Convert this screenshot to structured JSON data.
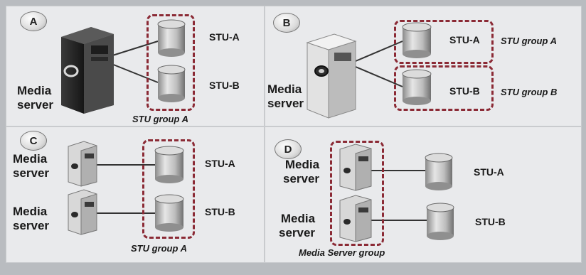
{
  "panels": {
    "A": {
      "badge": "A",
      "server": "Media\nserver",
      "stu": [
        "STU-A",
        "STU-B"
      ],
      "group": "STU group A"
    },
    "B": {
      "badge": "B",
      "server": "Media\nserver",
      "stu": [
        "STU-A",
        "STU-B"
      ],
      "groups": [
        "STU group A",
        "STU group B"
      ]
    },
    "C": {
      "badge": "C",
      "servers": [
        "Media\nserver",
        "Media\nserver"
      ],
      "stu": [
        "STU-A",
        "STU-B"
      ],
      "group": "STU group A"
    },
    "D": {
      "badge": "D",
      "servers": [
        "Media\nserver",
        "Media\nserver"
      ],
      "stu": [
        "STU-A",
        "STU-B"
      ],
      "group": "Media Server group"
    }
  },
  "colors": {
    "group_border": "#8b2a35",
    "panel_bg": "#e9eaec",
    "page_bg": "#b9bcc0"
  },
  "icons": [
    "media-server-icon",
    "storage-unit-cylinder-icon",
    "group-dashed-box"
  ]
}
